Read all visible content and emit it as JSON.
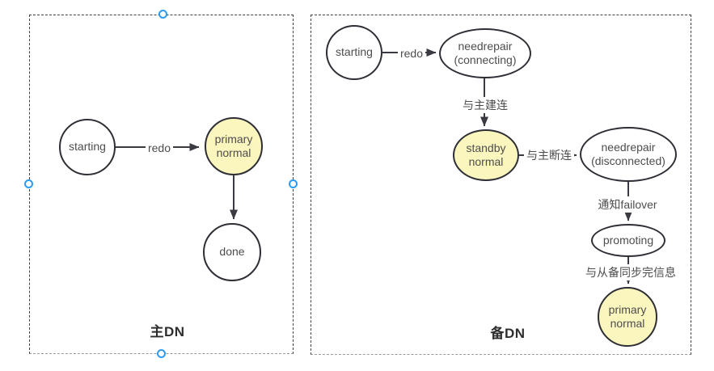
{
  "colors": {
    "node_border": "#2E2E36",
    "node_fill": "#FFFFFF",
    "highlight_fill": "#FBF6BE",
    "edge_color": "#3A3A42",
    "dashed_border": "#414141",
    "handle_blue": "#2E9BF2",
    "text": "#4D4D4D"
  },
  "left_panel": {
    "title": "主DN",
    "nodes": [
      {
        "id": "starting",
        "label": "starting"
      },
      {
        "id": "primary-normal",
        "label": "primary\nnormal"
      },
      {
        "id": "done",
        "label": "done"
      }
    ],
    "edge_labels": [
      {
        "id": "redo",
        "label": "redo"
      }
    ]
  },
  "right_panel": {
    "title": "备DN",
    "nodes": [
      {
        "id": "starting",
        "label": "starting"
      },
      {
        "id": "needrepair-connecting",
        "label": "needrepair\n(connecting)"
      },
      {
        "id": "standby-normal",
        "label": "standby\nnormal"
      },
      {
        "id": "needrepair-disconnected",
        "label": "needrepair\n(disconnected)"
      },
      {
        "id": "promoting",
        "label": "promoting"
      },
      {
        "id": "primary-normal",
        "label": "primary\nnormal"
      }
    ],
    "edge_labels": [
      {
        "id": "redo",
        "label": "redo"
      },
      {
        "id": "connect-to-primary",
        "label": "与主建连"
      },
      {
        "id": "disconnect-from-primary",
        "label": "与主断连"
      },
      {
        "id": "notify-failover",
        "label": "通知failover"
      },
      {
        "id": "sync-standby-done",
        "label": "与从备同步完信息"
      }
    ]
  }
}
